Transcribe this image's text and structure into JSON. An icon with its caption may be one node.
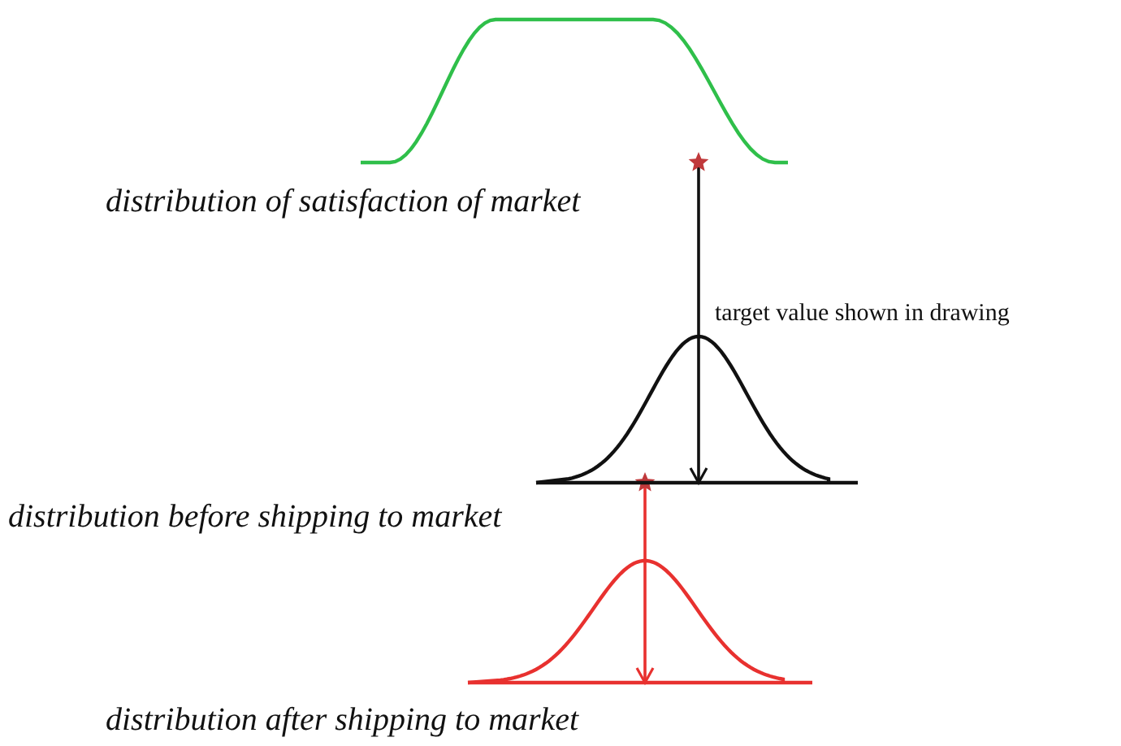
{
  "diagram": {
    "nodes": [
      {
        "text": [],
        "shape": "picture",
        "beside": [
          "distribution of satisfaction of market"
        ]
      },
      {
        "text": [],
        "shape": "picture",
        "beside": [
          "distribution before shipping to market"
        ]
      },
      {
        "text": [],
        "shape": "picture",
        "beside": [
          "distribution after shipping to market"
        ]
      }
    ],
    "edges": [
      {
        "from": 0,
        "to": 1,
        "arrow": "to",
        "label": "target value shown in drawing"
      },
      {
        "from": 1,
        "to": 2,
        "arrow": "to",
        "color": "#e8312f"
      }
    ]
  }
}
